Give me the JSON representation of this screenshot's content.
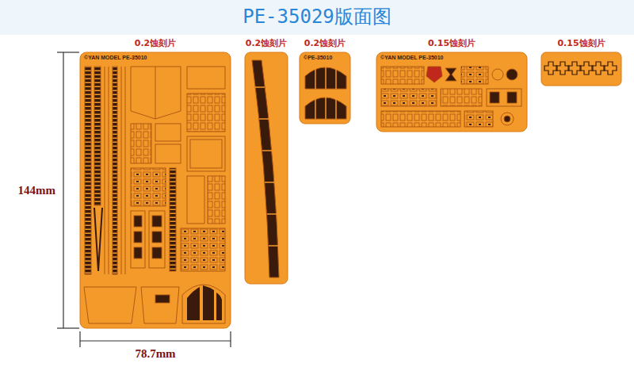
{
  "diagram": {
    "title": "PE-35029版面图",
    "nodes": [
      {
        "text": [
          "0.2蚀刻片",
          "©YAN MODEL PE-35010"
        ]
      },
      {
        "text": [
          "0.2蚀刻片"
        ]
      },
      {
        "text": [
          "0.2蚀刻片",
          "©PE-35010"
        ]
      },
      {
        "text": [
          "0.15蚀刻片",
          "©YAN MODEL PE-35010"
        ]
      },
      {
        "text": [
          "0.15蚀刻片"
        ]
      }
    ],
    "labels": [
      "144mm",
      "78.7mm"
    ]
  }
}
